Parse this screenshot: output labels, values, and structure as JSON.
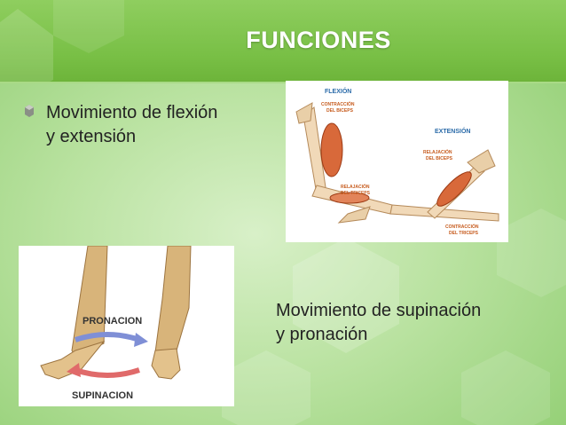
{
  "slide": {
    "title": "FUNCIONES",
    "bullet_text": {
      "line1": "Movimiento de flexión",
      "line2": "y extensión"
    },
    "caption": {
      "line1": "Movimiento de supinación",
      "line2": "y pronación"
    }
  },
  "image_flexion": {
    "flexion": "FLEXIÓN",
    "extension": "EXTENSIÓN",
    "contraction_biceps": [
      "CONTRACCIÓN",
      "DEL BICEPS"
    ],
    "relaxation_triceps": [
      "RELAJACIÓN",
      "DEL TRICEPS"
    ],
    "relaxation_biceps": [
      "RELAJACIÓN",
      "DEL BICEPS"
    ],
    "contraction_triceps": [
      "CONTRACCIÓN",
      "DEL TRICEPS"
    ]
  },
  "image_pronation": {
    "pronacion": "PRONACION",
    "supinacion": "SUPINACION"
  },
  "colors": {
    "header": "#78bf45",
    "background": "#b9e2a0",
    "label_orange": "#c65a1c",
    "label_blue": "#2a6aa8",
    "arrow_blue": "#7f8fd6",
    "arrow_red": "#e06a6a"
  }
}
